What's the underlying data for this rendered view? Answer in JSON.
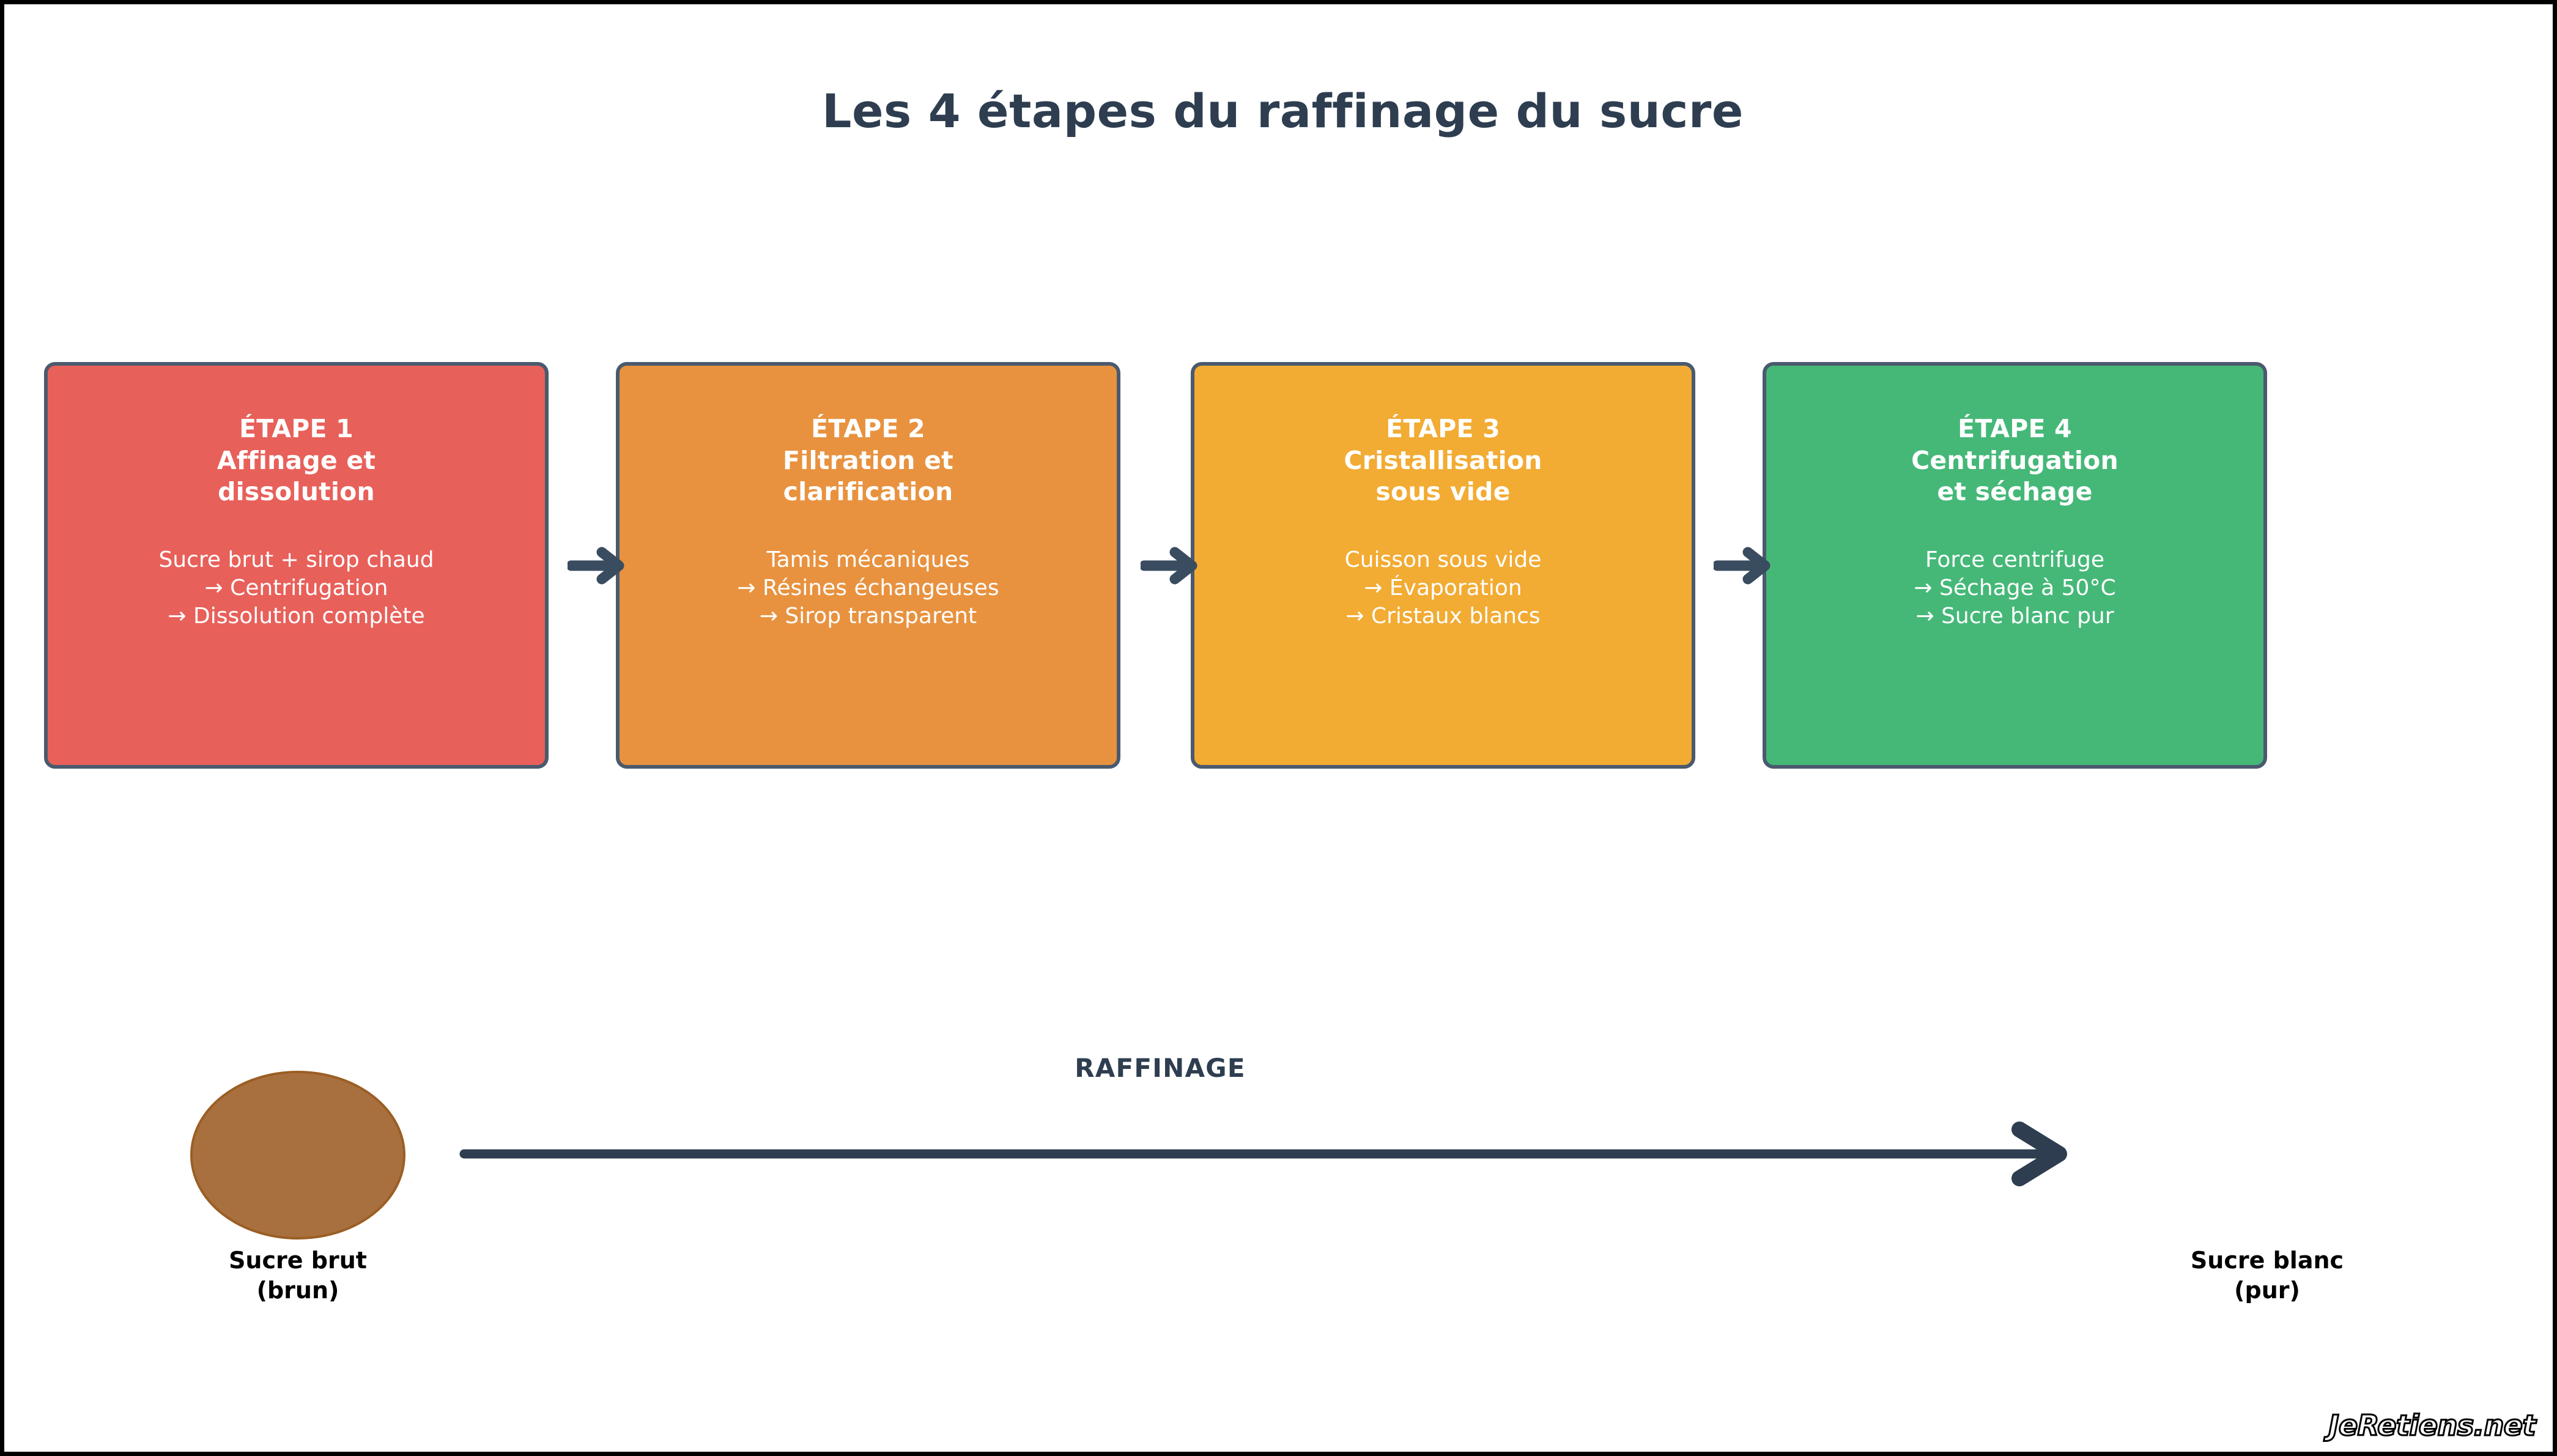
{
  "title": "Les 4 étapes du raffinage du sucre",
  "colors": {
    "step1": "#E8605A",
    "step2": "#E8923F",
    "step3": "#F2AB33",
    "step4": "#45B878",
    "border": "#4A5A6E",
    "ink": "#2E3E50",
    "raw_sugar_fill": "#A9703F",
    "raw_sugar_stroke": "#9B5E24"
  },
  "steps": [
    {
      "heading": "ÉTAPE 1\nAffinage et\ndissolution",
      "detail": "Sucre brut + sirop chaud\n→ Centrifugation\n→ Dissolution complète"
    },
    {
      "heading": "ÉTAPE 2\nFiltration et\nclarification",
      "detail": "Tamis mécaniques\n→ Résines échangeuses\n→ Sirop transparent"
    },
    {
      "heading": "ÉTAPE 3\nCristallisation\nsous vide",
      "detail": "Cuisson sous vide\n→ Évaporation\n→ Cristaux blancs"
    },
    {
      "heading": "ÉTAPE 4\nCentrifugation\net séchage",
      "detail": "Force centrifuge\n→ Séchage à 50°C\n→ Sucre blanc pur"
    }
  ],
  "summary": {
    "process_label": "RAFFINAGE",
    "start_label": "Sucre brut\n(brun)",
    "end_label": "Sucre blanc\n(pur)"
  },
  "watermark": "JeRetiens.net"
}
